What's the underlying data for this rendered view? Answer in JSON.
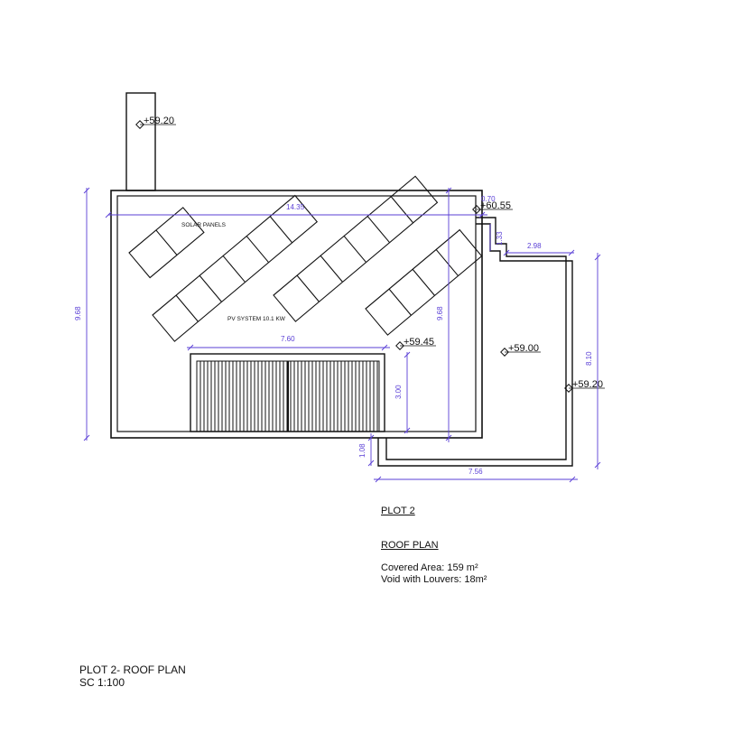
{
  "colors": {
    "line": "#111111",
    "dimension": "#5a3fd6"
  },
  "drawing": {
    "labels": {
      "solar_panels": "SOLAR PANELS",
      "pv_system": "PV SYSTEM 10.1 KW"
    },
    "levels": {
      "chimney": "+59.20",
      "roof_top": "+60.55",
      "void": "+59.45",
      "terrace": "+59.00",
      "terrace_edge": "+59.20"
    },
    "dimensions": {
      "width_top": "14.35",
      "height_left": "9.68",
      "height_inner": "9.68",
      "void_width": "7.60",
      "void_height": "3.00",
      "step_small": "0.70",
      "step_vertical": "1.33",
      "terrace_offset": "2.98",
      "terrace_height": "8.10",
      "bottom_offset": "1.08",
      "terrace_width": "7.56"
    }
  },
  "notes": {
    "plot": "PLOT 2",
    "plan": "ROOF PLAN",
    "covered_area": "Covered Area: 159 m²",
    "void": "Void with Louvers: 18m²"
  },
  "title_block": {
    "line1": "PLOT 2- ROOF PLAN",
    "line2": "SC 1:100"
  }
}
